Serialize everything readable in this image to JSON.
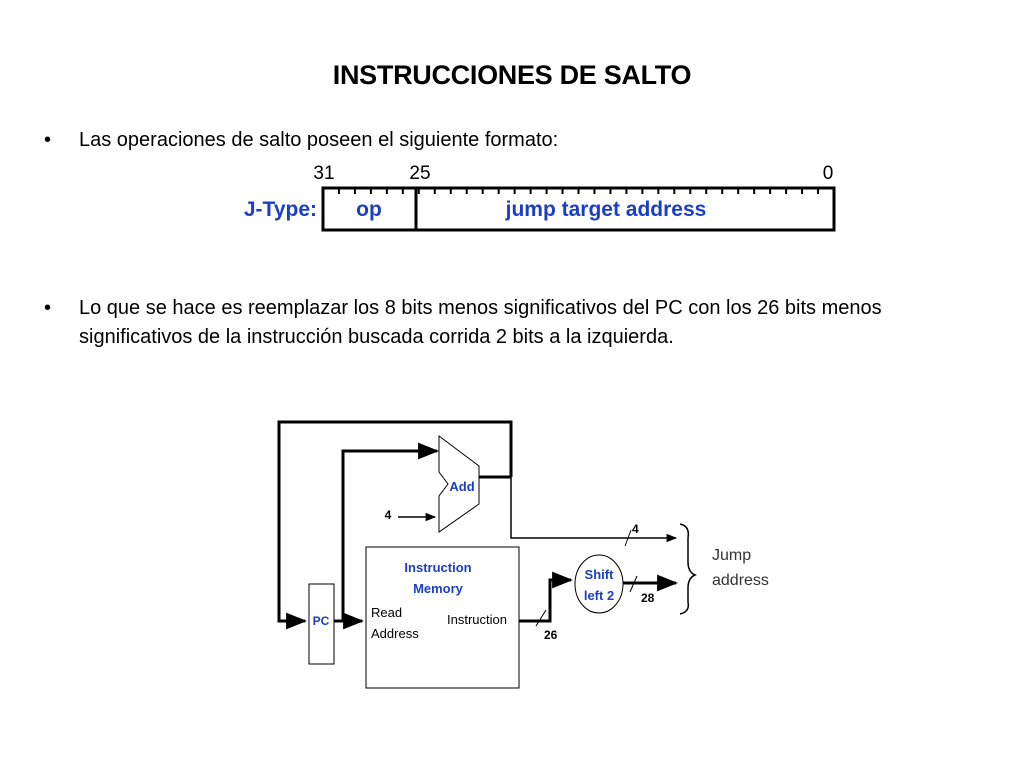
{
  "slide": {
    "title": "INSTRUCCIONES DE SALTO",
    "bullet_char": "•",
    "bullets": [
      "Las operaciones de salto poseen el siguiente formato:",
      "Lo que se hace es reemplazar los 8 bits menos significativos del PC con los 26 bits menos significativos de la instrucción buscada corrida 2 bits a la izquierda."
    ]
  },
  "jtype": {
    "label": "J-Type:",
    "bit_31": "31",
    "bit_25": "25",
    "bit_0": "0",
    "field_op": "op",
    "field_target": "jump target address",
    "label_color": "#1a3fc4"
  },
  "datapath": {
    "add_label": "Add",
    "add_input": "4",
    "memory_title_1": "Instruction",
    "memory_title_2": "Memory",
    "read_label": "Read",
    "address_label": "Address",
    "instruction_label": "Instruction",
    "pc_label": "PC",
    "shift_label_1": "Shift",
    "shift_label_2": "left 2",
    "width_26": "26",
    "width_28": "28",
    "width_4": "4",
    "jump_label_1": "Jump",
    "jump_label_2": "address",
    "blue_color": "#1a3fc4"
  }
}
